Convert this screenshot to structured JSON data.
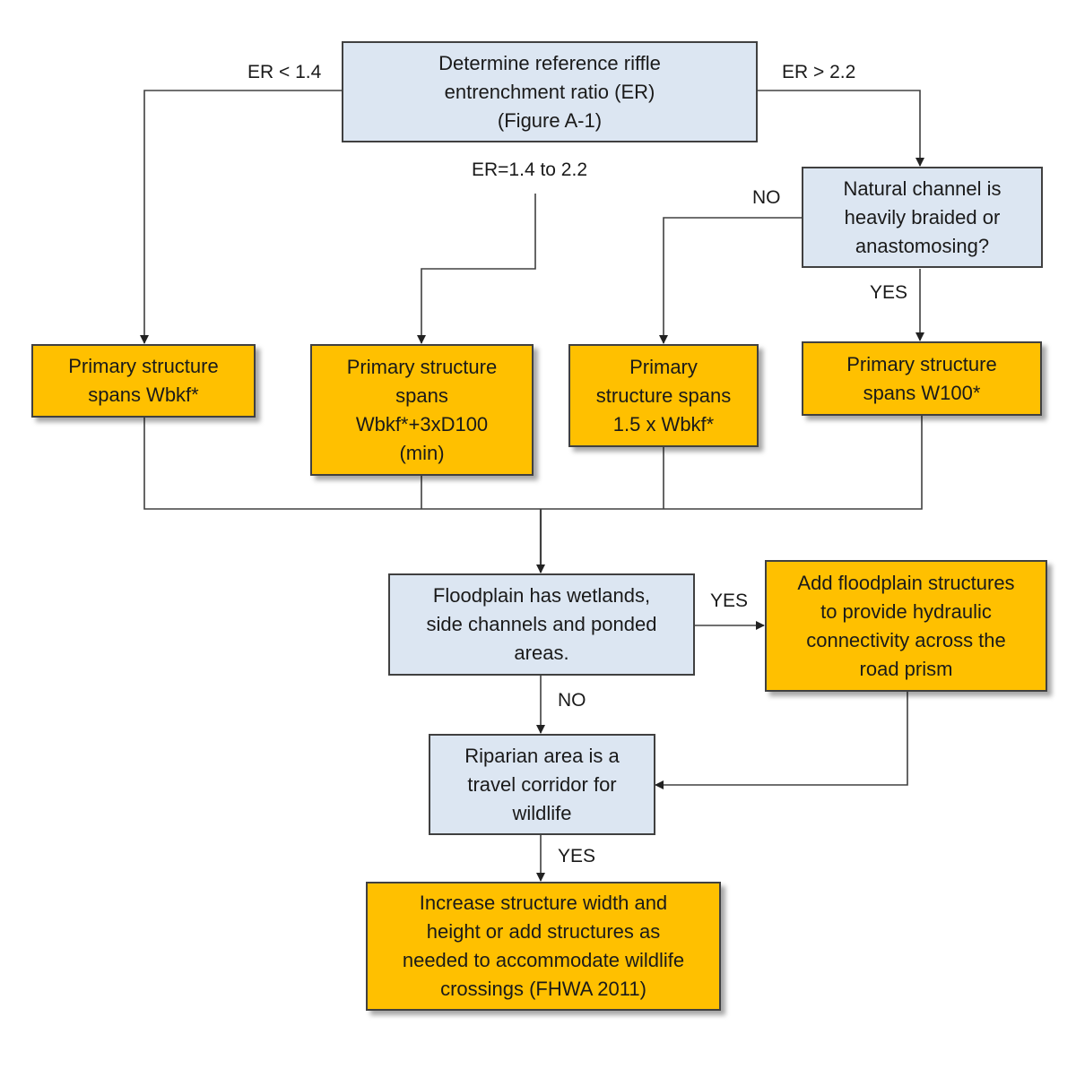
{
  "nodes": {
    "determine_er": "Determine reference riffle\nentrenchment  ratio (ER)\n(Figure A-1)",
    "braided": "Natural channel is\nheavily braided or\nanastomosing?",
    "span_wbkf": "Primary structure\nspans Wbkf*",
    "span_wbkf_3xd100": "Primary structure\nspans\nWbkf*+3xD100\n(min)",
    "span_1_5_wbkf": "Primary\nstructure spans\n1.5 x Wbkf*",
    "span_w100": "Primary structure\nspans W100*",
    "floodplain": "Floodplain has wetlands,\nside channels and ponded\nareas.",
    "add_floodplain": "Add floodplain structures\nto provide hydraulic\nconnectivity across the\nroad prism",
    "riparian": "Riparian area is a\ntravel corridor  for\nwildlife",
    "increase_width": "Increase structure width and\nheight or add structures as\nneeded to accommodate  wildlife\ncrossings  (FHWA 2011)"
  },
  "labels": {
    "er_lt": "ER < 1.4",
    "er_gt": "ER > 2.2",
    "er_mid": "ER=1.4 to  2.2",
    "no_braided": "NO",
    "yes_braided": "YES",
    "yes_floodplain": "YES",
    "no_floodplain": "NO",
    "yes_riparian": "YES"
  },
  "colors": {
    "decision_fill": "#dce6f2",
    "action_fill": "#ffc000",
    "line": "#404040"
  }
}
